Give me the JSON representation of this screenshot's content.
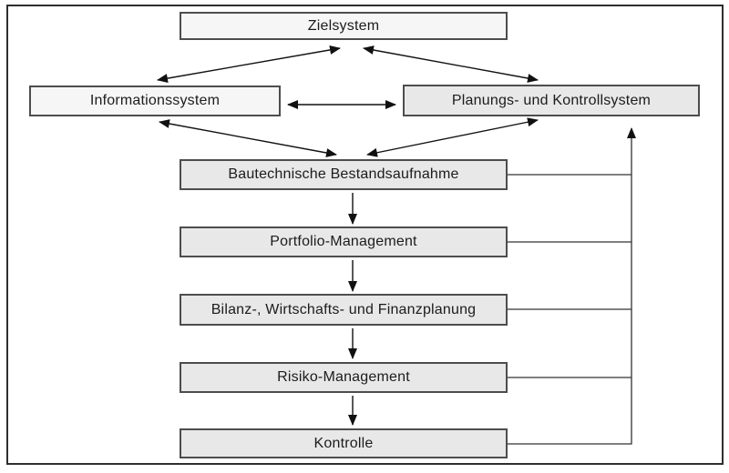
{
  "diagram": {
    "nodes": {
      "zielsystem": {
        "label": "Zielsystem"
      },
      "informationssystem": {
        "label": "Informationssystem"
      },
      "planungs_kontrollsystem": {
        "label": "Planungs- und Kontrollsystem"
      },
      "bautechnische_bestandsaufnahme": {
        "label": "Bautechnische Bestandsaufnahme"
      },
      "portfolio_management": {
        "label": "Portfolio-Management"
      },
      "bilanz_wirtschafts_finanzplanung": {
        "label": "Bilanz-, Wirtschafts- und Finanzplanung"
      },
      "risiko_management": {
        "label": "Risiko-Management"
      },
      "kontrolle": {
        "label": "Kontrolle"
      }
    },
    "edges": [
      {
        "from": "Zielsystem",
        "to": "Informationssystem",
        "style": "double-headed-arrow"
      },
      {
        "from": "Zielsystem",
        "to": "Planungs- und Kontrollsystem",
        "style": "double-headed-arrow"
      },
      {
        "from": "Informationssystem",
        "to": "Planungs- und Kontrollsystem",
        "style": "double-headed-arrow"
      },
      {
        "from": "Informationssystem",
        "to": "Bautechnische Bestandsaufnahme",
        "style": "double-headed-arrow"
      },
      {
        "from": "Planungs- und Kontrollsystem",
        "to": "Bautechnische Bestandsaufnahme",
        "style": "double-headed-arrow"
      },
      {
        "from": "Bautechnische Bestandsaufnahme",
        "to": "Portfolio-Management",
        "style": "down-arrow"
      },
      {
        "from": "Portfolio-Management",
        "to": "Bilanz-, Wirtschafts- und Finanzplanung",
        "style": "down-arrow"
      },
      {
        "from": "Bilanz-, Wirtschafts- und Finanzplanung",
        "to": "Risiko-Management",
        "style": "down-arrow"
      },
      {
        "from": "Risiko-Management",
        "to": "Kontrolle",
        "style": "down-arrow"
      },
      {
        "from": "Bautechnische Bestandsaufnahme, Portfolio-Management, Bilanz-, Wirtschafts- und Finanzplanung, Risiko-Management, Kontrolle",
        "to": "Planungs- und Kontrollsystem",
        "style": "feedback-line-up-arrow"
      }
    ],
    "colors": {
      "box_fill_light": "#f6f6f6",
      "box_fill_gray": "#e8e8e8",
      "box_border": "#4d4d4d",
      "line": "#111111",
      "frame_border": "#2e2e2e",
      "text": "#1c1c1c"
    }
  }
}
